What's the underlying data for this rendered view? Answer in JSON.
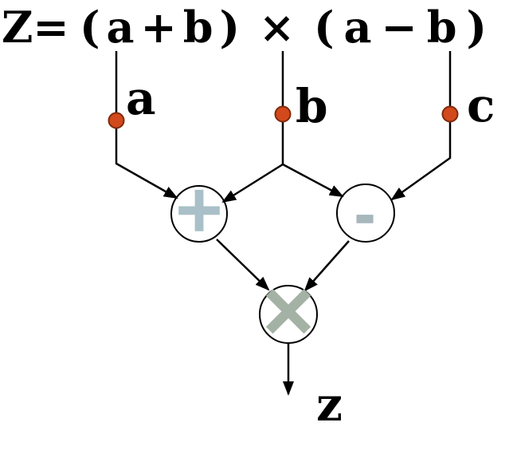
{
  "title": {
    "formula": "Z= (a+b) × (a−b)",
    "tokens": [
      "Z=",
      "(a+b)",
      "×",
      "(a−b)"
    ]
  },
  "graph": {
    "inputs": [
      {
        "id": "a",
        "label": "a"
      },
      {
        "id": "b",
        "label": "b"
      },
      {
        "id": "c",
        "label": "c"
      }
    ],
    "operators": [
      {
        "id": "add",
        "symbol": "+"
      },
      {
        "id": "subtract",
        "symbol": "-"
      },
      {
        "id": "multiply",
        "symbol": "×"
      }
    ],
    "output": {
      "id": "z",
      "label": "z"
    },
    "edges": [
      {
        "from": "a",
        "to": "add"
      },
      {
        "from": "b",
        "to": "add"
      },
      {
        "from": "b",
        "to": "subtract"
      },
      {
        "from": "c",
        "to": "subtract"
      },
      {
        "from": "add",
        "to": "multiply"
      },
      {
        "from": "subtract",
        "to": "multiply"
      },
      {
        "from": "multiply",
        "to": "z"
      }
    ]
  },
  "colors": {
    "background": "#ffffff",
    "line": "#000000",
    "text": "#000000",
    "dot_fill": "#d2491b",
    "dot_stroke": "#7e2a0d",
    "plus_symbol": "#a9c0c8",
    "minus_symbol": "#a7b7bc",
    "times_symbol": "#a4b2a5"
  }
}
